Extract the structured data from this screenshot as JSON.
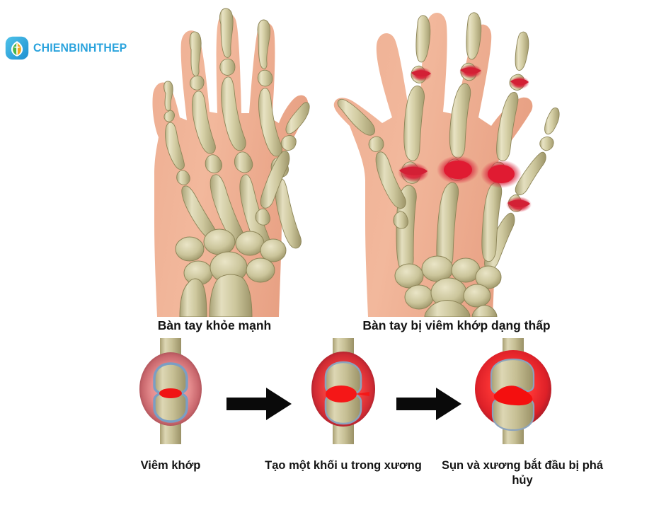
{
  "background_color": "#ffffff",
  "brand": {
    "name": "CHIENBINHTHEP",
    "text_color": "#2aa3dd",
    "mark_icon": "shield-heart-logo-icon"
  },
  "palette": {
    "skin": "#f0b396",
    "skin_edge": "#e8a287",
    "bone": "#cfc9a0",
    "bone_light": "#e6e1c2",
    "bone_shadow": "#a79f74",
    "bone_outline": "#8d8558",
    "inflammation_red": "#d32035",
    "capsule_pink": "#e9a0a2",
    "capsule_red": "#ef3b3b",
    "capsule_bright_red": "#f42b2b",
    "cartilage_blue": "#7a9ec4",
    "synovial_red": "#f01414",
    "arrow_black": "#0a0a0a",
    "caption_text": "#141414"
  },
  "hands": {
    "healthy": {
      "label": "Bàn tay khỏe mạnh",
      "icon": "healthy-hand-skeleton-illustration",
      "inflamed_joints": 0
    },
    "rheumatoid": {
      "label": "Bàn tay bị viêm khớp dạng thấp",
      "icon": "rheumatoid-arthritis-hand-skeleton-illustration",
      "inflamed_joints": 7
    }
  },
  "progression": {
    "stages": [
      {
        "label": "Viêm khớp",
        "icon": "joint-stage-1-inflammation-icon",
        "capsule_color": "#e9a0a2",
        "severity": 1
      },
      {
        "label": "Tạo một khối u trong xương",
        "icon": "joint-stage-2-pannus-icon",
        "capsule_color": "#ef3b3b",
        "severity": 2
      },
      {
        "label": "Sụn và xương bắt đầu bị phá hủy",
        "icon": "joint-stage-3-erosion-icon",
        "capsule_color": "#f42b2b",
        "severity": 3
      }
    ],
    "arrows": [
      {
        "icon": "right-arrow-icon"
      },
      {
        "icon": "right-arrow-icon"
      }
    ]
  }
}
